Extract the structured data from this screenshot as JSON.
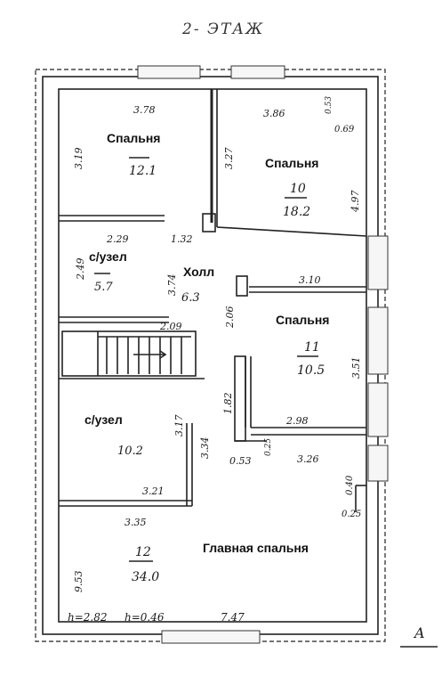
{
  "title": "2- ЭТАЖ",
  "rooms": [
    {
      "id": "bedroom-1",
      "name": "Спальня",
      "area": "12.1",
      "number": ""
    },
    {
      "id": "bedroom-2",
      "name": "Спальня",
      "area": "18.2",
      "number": "10"
    },
    {
      "id": "bathroom-1",
      "name": "с/узел",
      "area": "5.7",
      "number": ""
    },
    {
      "id": "hall",
      "name": "Холл",
      "area": "6.3",
      "number": ""
    },
    {
      "id": "bedroom-3",
      "name": "Спальня",
      "area": "10.5",
      "number": "11"
    },
    {
      "id": "bathroom-2",
      "name": "с/узел",
      "area": "10.2",
      "number": ""
    },
    {
      "id": "master-bedroom",
      "name": "Главная спальня",
      "area": "34.0",
      "number": "12"
    }
  ],
  "dimensions": [
    "3.78",
    "3.19",
    "3.27",
    "3.86",
    "0.53",
    "0.69",
    "4.97",
    "2.29",
    "1.32",
    "2.49",
    "3.74",
    "3.10",
    "2.06",
    "2.09",
    "3.51",
    "1.82",
    "2.98",
    "3.17",
    "3.34",
    "0.53",
    "0.25",
    "3.26",
    "3.21",
    "0.40",
    "0.25",
    "3.35",
    "9.53",
    "7.47"
  ],
  "heights": [
    "h=2.82",
    "h=0.46"
  ],
  "corner_mark": "A"
}
